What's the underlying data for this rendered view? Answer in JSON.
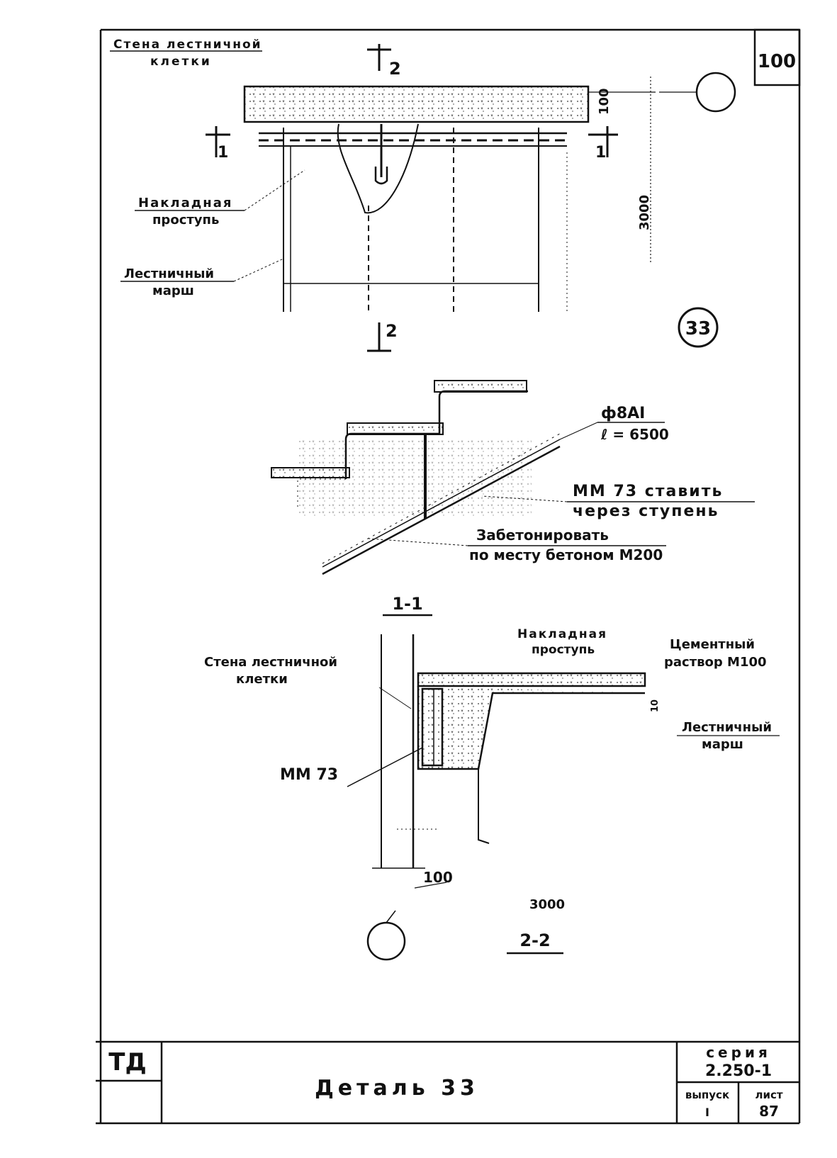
{
  "sheet": {
    "page_number": "100",
    "stamp": "ТД",
    "title": "Деталь 33",
    "series_label": "серия",
    "series_value": "2.250-1",
    "issue_label": "выпуск",
    "issue_value": "I",
    "list_label": "лист",
    "list_value": "87"
  },
  "plan": {
    "wall_label_1": "Стена лестничной",
    "wall_label_2": "клетки",
    "overlay_label_1": "Накладная",
    "overlay_label_2": "проступь",
    "flight_label_1": "Лестничный",
    "flight_label_2": "марш",
    "section_2_top": "2",
    "section_2_bottom": "2",
    "section_1_left": "1",
    "section_1_right": "1",
    "dim_100": "100",
    "dim_3000": "3000",
    "detail_marker": "33"
  },
  "section_1_1": {
    "bar_label": "ф8АI",
    "bar_length": "ℓ = 6500",
    "mm_note_1": "ММ 73 ставить",
    "mm_note_2": "через ступень",
    "concrete_note_1": "Забетонировать",
    "concrete_note_2": "по месту бетоном М200",
    "caption": "1-1"
  },
  "section_2_2": {
    "wall_label_1": "Стена лестничной",
    "wall_label_2": "клетки",
    "overlay_label_1": "Накладная",
    "overlay_label_2": "проступь",
    "mortar_label_1": "Цементный",
    "mortar_label_2": "раствор М100",
    "flight_label_1": "Лестничный",
    "flight_label_2": "марш",
    "mm_label": "ММ 73",
    "dim_10": "10",
    "dim_100": "100",
    "dim_3000": "3000",
    "caption": "2-2"
  }
}
